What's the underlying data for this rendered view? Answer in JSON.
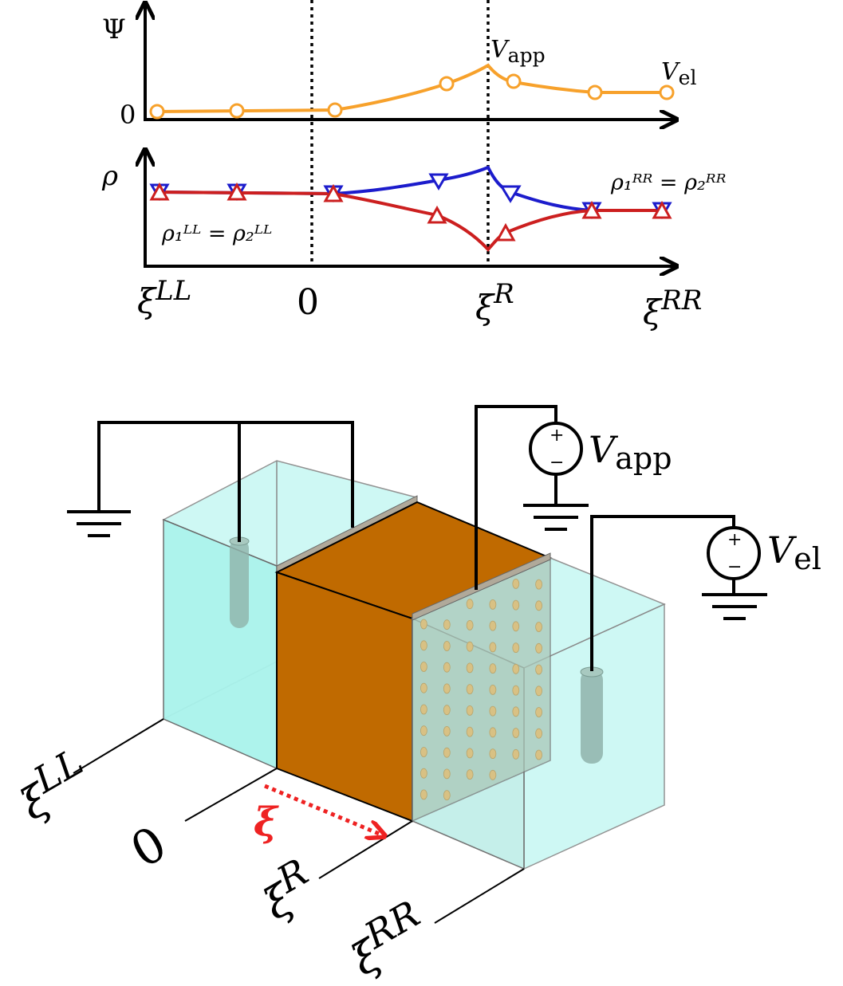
{
  "colors": {
    "potential": "#f7a12b",
    "rho_up": "#1c1ccc",
    "rho_down": "#cc1f1f",
    "membrane": "#c06a00",
    "reservoir": "#a9f3ec",
    "reservoir_light": "#c9f8f3",
    "electrode": "#8fb3aa",
    "pore_dot": "#d8c184",
    "arrow_red": "#ee2222",
    "line": "#000000"
  },
  "top_plot": {
    "psi_axis": "Ψ",
    "psi_zero": "0",
    "rho_axis": "ρ",
    "v_app": {
      "base": "V",
      "sub": "app"
    },
    "v_el": {
      "base": "V",
      "sub": "el"
    },
    "rho_left_eq": "ρ₁ᴸᴸ = ρ₂ᴸᴸ",
    "rho_right_eq": "ρ₁ᴿᴿ = ρ₂ᴿᴿ",
    "x_ticks": [
      {
        "base": "ξ",
        "sup": "LL"
      },
      {
        "base": "0",
        "sup": ""
      },
      {
        "base": "ξ",
        "sup": "R"
      },
      {
        "base": "ξ",
        "sup": "RR"
      }
    ]
  },
  "bottom_diagram": {
    "v_app": {
      "base": "V",
      "sub": "app"
    },
    "v_el": {
      "base": "V",
      "sub": "el"
    },
    "source_plus": "+",
    "source_minus": "−",
    "xi_arrow": "ξ",
    "positions": [
      {
        "base": "ξ",
        "sup": "LL"
      },
      {
        "base": "0",
        "sup": ""
      },
      {
        "base": "ξ",
        "sup": "R"
      },
      {
        "base": "ξ",
        "sup": "RR"
      }
    ]
  }
}
